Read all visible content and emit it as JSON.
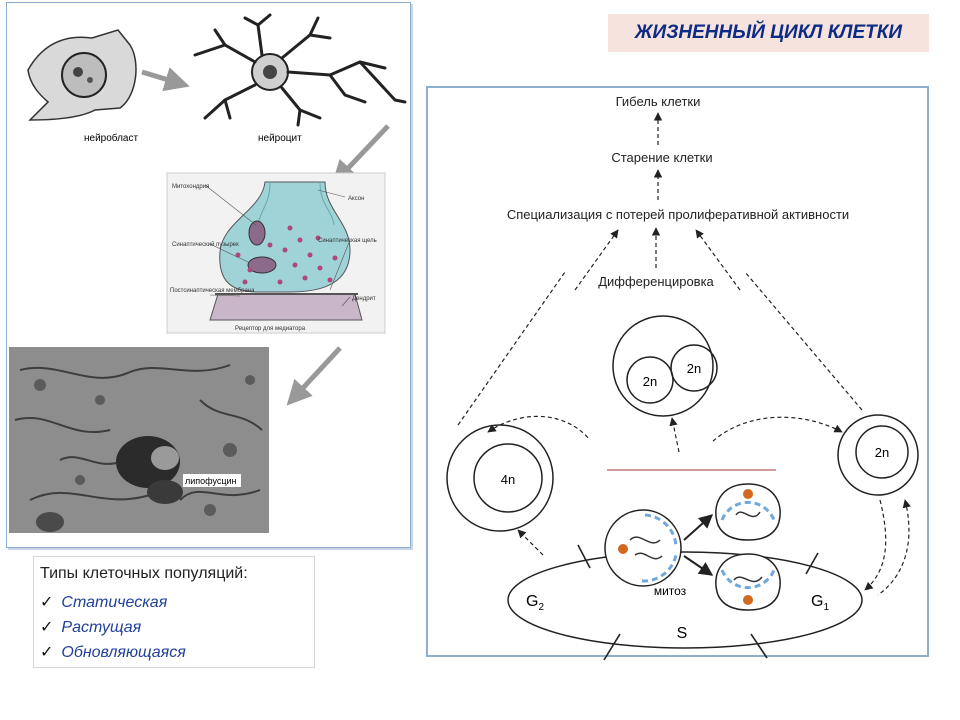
{
  "title": "ЖИЗНЕННЫЙ ЦИКЛ КЛЕТКИ",
  "left_panel": {
    "neuroblast_label": "нейробласт",
    "neurocyte_label": "нейроцит",
    "synapse": {
      "mitochondria": "Митохондрия",
      "axon": "Аксон",
      "vesicle": "Синаптический пузырек",
      "cleft": "Синаптическая щель",
      "postsynaptic": "Постсинаптическая мембрана",
      "dendrite": "Дендрит",
      "receptor": "Рецептор для медиатора"
    },
    "lipofuscin_label": "липофусцин"
  },
  "population_types": {
    "heading": "Типы клеточных популяций:",
    "items": [
      "Статическая",
      "Растущая",
      "Обновляющаяся"
    ]
  },
  "cycle": {
    "death": "Гибель клетки",
    "aging": "Старение клетки",
    "specialization": "Специализация с потерей пролиферативной активности",
    "differentiation": "Дифференцировка",
    "cell_2n_a": "2n",
    "cell_2n_b": "2n",
    "cell_4n": "4n",
    "cell_2n_right": "2n",
    "mitosis": "митоз",
    "g2": "G",
    "g2_sub": "2",
    "g1": "G",
    "g1_sub": "1",
    "s": "S"
  },
  "colors": {
    "title_text": "#0b2b86",
    "title_bg": "#f7e3dd",
    "frame_border": "#8eaed0",
    "synapse_fill": "#9fd3d8",
    "vesicle": "#b0477a",
    "dendrite": "#c9b6c9",
    "spindle_blue": "#6fa8dc",
    "chromosome_orange": "#d2691e"
  }
}
